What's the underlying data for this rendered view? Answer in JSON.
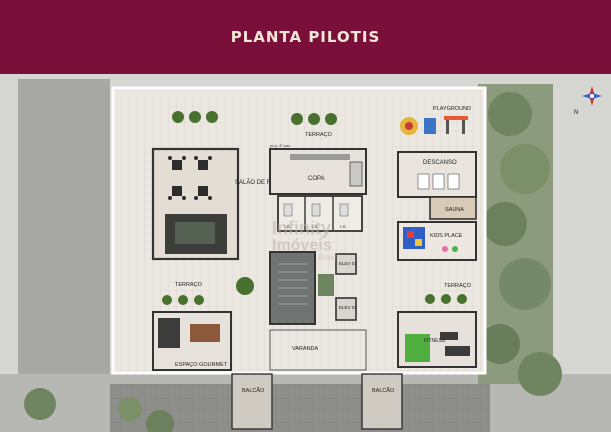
{
  "header": {
    "title": "PLANTA PILOTIS"
  },
  "compass": {
    "north": "N"
  },
  "rooms": {
    "playground": "PLAYGROUND",
    "terraco_top": "TERRAÇO",
    "salao": "SALÃO DE FESTAS",
    "copa": "COPA",
    "descanso": "DESCANSO",
    "sauna": "SAUNA",
    "kids": "KIDS PLACE",
    "terraco_left": "TERRAÇO",
    "terraco_right": "TERRAÇO",
    "elev1": "ELEV 01",
    "elev2": "ELEV 02",
    "fitness": "FITNESS",
    "varanda": "VARANDA",
    "gourmet": "ESPAÇO GOURMET",
    "balcao_left": "BALCÃO",
    "balcao_right": "BALCÃO",
    "wc_a": "I.S.",
    "wc_b": "I.S.",
    "wc_c": "I.S.",
    "prot": "proj. 4º pav."
  },
  "watermark": {
    "line1": "Infinity",
    "line2": "Imóveis",
    "line3": "Brasil"
  },
  "colors": {
    "brand": "#7a0f3a",
    "title": "#f3e7d9"
  }
}
